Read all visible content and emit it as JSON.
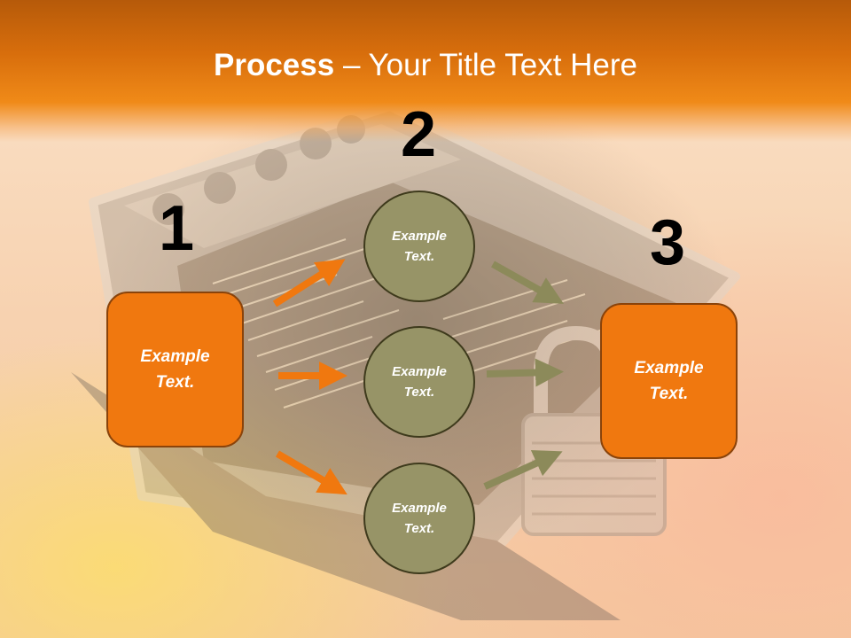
{
  "slide": {
    "title_bold": "Process",
    "title_rest": " – Your Title Text Here"
  },
  "steps": {
    "one": "1",
    "two": "2",
    "three": "3"
  },
  "boxes": {
    "left": "Example Text.",
    "right": "Example Text."
  },
  "circles": {
    "top": "Example Text.",
    "middle": "Example Text.",
    "bottom": "Example Text."
  },
  "colors": {
    "header": "#d86e0c",
    "box_fill": "#f0780f",
    "circle_fill": "#979467",
    "arrow_orange": "#f0780f",
    "arrow_olive": "#8c8a5a"
  },
  "background_picture": "browser-window-with-padlock"
}
